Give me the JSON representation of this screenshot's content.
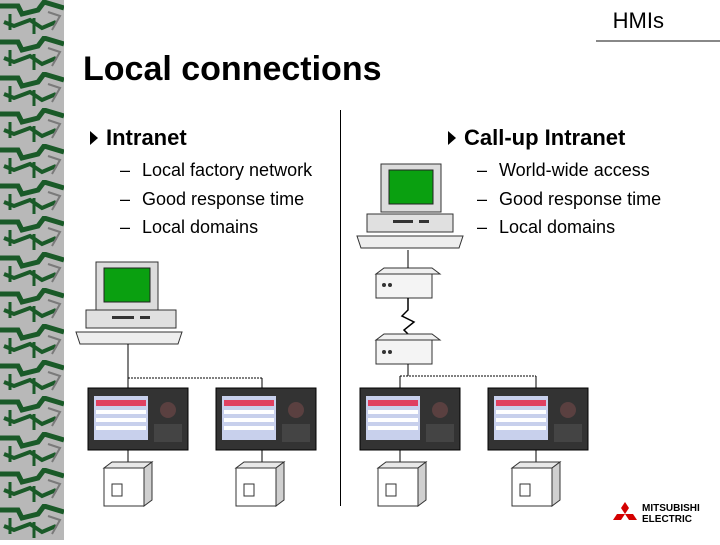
{
  "header": {
    "label": "HMIs"
  },
  "title": "Local connections",
  "columns": [
    {
      "heading": "Intranet",
      "items": [
        "Local factory network",
        "Good response time",
        "Local domains"
      ]
    },
    {
      "heading": "Call-up Intranet",
      "items": [
        "World-wide access",
        "Good response time",
        "Local domains"
      ]
    }
  ],
  "logo": {
    "line1": "MITSUBISHI",
    "line2": "ELECTRIC",
    "color": "#d40000"
  },
  "colors": {
    "screen": "#0aa010",
    "border_green": "#1a5a28",
    "border_gray": "#b8b8b8"
  }
}
